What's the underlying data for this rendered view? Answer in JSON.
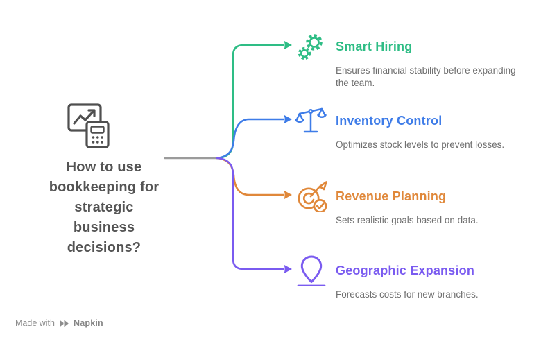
{
  "topic": {
    "title": "How to use bookkeeping for strategic business decisions?",
    "icon": "chart-calculator-icon",
    "color": "#545454"
  },
  "branches": [
    {
      "title": "Smart Hiring",
      "description": "Ensures financial stability before expanding the team.",
      "color": "#2EBD85",
      "icon": "gears-icon"
    },
    {
      "title": "Inventory Control",
      "description": "Optimizes stock levels to prevent losses.",
      "color": "#3E7CE8",
      "icon": "balance-scale-icon"
    },
    {
      "title": "Revenue Planning",
      "description": "Sets realistic goals based on data.",
      "color": "#E0883A",
      "icon": "target-dart-icon"
    },
    {
      "title": "Geographic Expansion",
      "description": "Forecasts costs for new branches.",
      "color": "#7A5BF0",
      "icon": "map-pin-icon"
    }
  ],
  "connectors": {
    "trunk_color": "#9B9B9B",
    "description_text_color": "#6F6F6F"
  },
  "footer": {
    "made_with_label": "Made with",
    "brand_name": "Napkin",
    "logo": "napkin-logo-icon"
  }
}
